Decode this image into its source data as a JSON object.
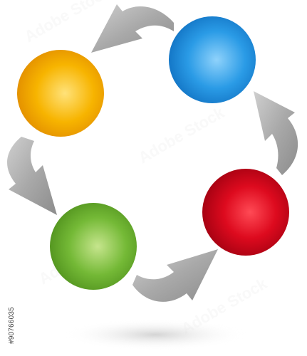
{
  "diagram": {
    "type": "cycle",
    "nodes": [
      {
        "id": "yellow",
        "color": "#f4a900",
        "highlight": "#ffe27a",
        "shade": "#e08a00"
      },
      {
        "id": "blue",
        "color": "#1e8fde",
        "highlight": "#8fd2fb",
        "shade": "#0f6fc0"
      },
      {
        "id": "red",
        "color": "#d4001a",
        "highlight": "#ff4a55",
        "shade": "#9c0010"
      },
      {
        "id": "green",
        "color": "#69b02c",
        "highlight": "#c6e58d",
        "shade": "#4e8f1c"
      }
    ],
    "flow": [
      {
        "from": "blue",
        "to": "yellow"
      },
      {
        "from": "yellow",
        "to": "green"
      },
      {
        "from": "green",
        "to": "red"
      },
      {
        "from": "red",
        "to": "blue"
      }
    ],
    "arrow_color": "#a9a9a9"
  },
  "stock_id": "#90766035",
  "watermark_text": "Adobe Stock"
}
